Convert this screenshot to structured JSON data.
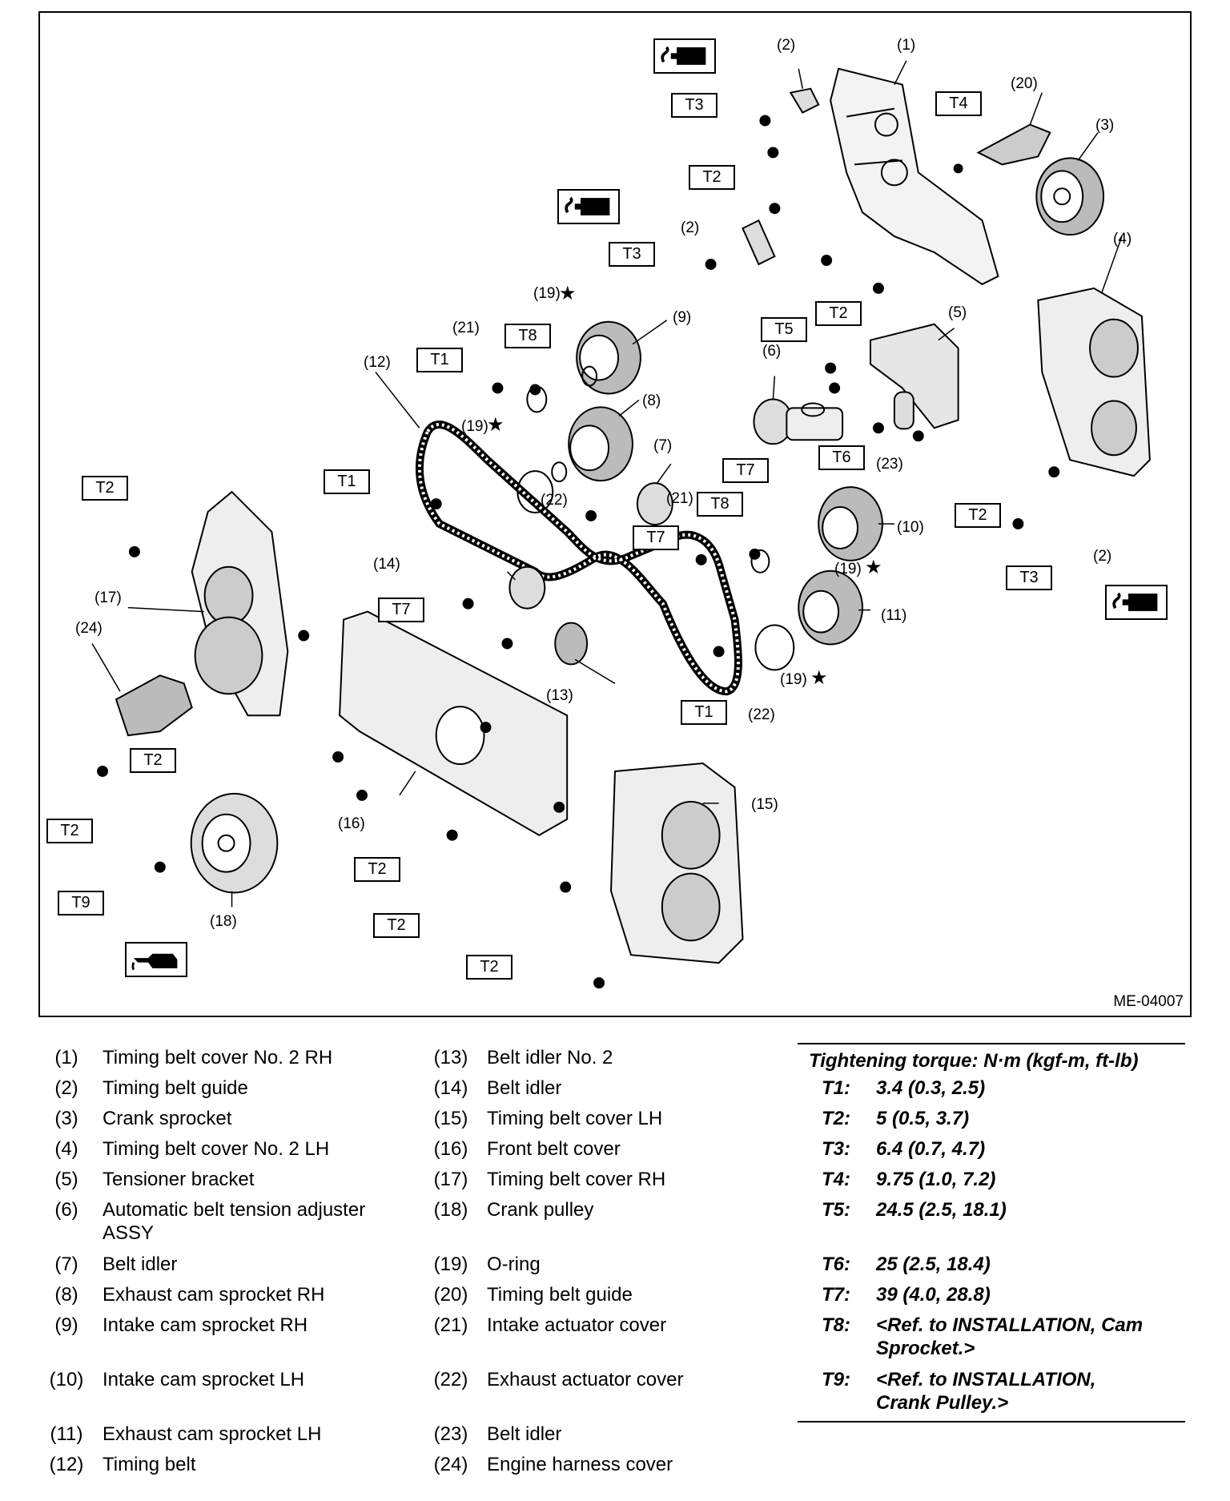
{
  "figure_id": "ME-04007",
  "callouts": {
    "c1": "(1)",
    "c2a": "(2)",
    "c2b": "(2)",
    "c2c": "(2)",
    "c3": "(3)",
    "c4": "(4)",
    "c5": "(5)",
    "c6": "(6)",
    "c7": "(7)",
    "c8": "(8)",
    "c9": "(9)",
    "c10": "(10)",
    "c11": "(11)",
    "c12": "(12)",
    "c13": "(13)",
    "c14": "(14)",
    "c15": "(15)",
    "c16": "(16)",
    "c17": "(17)",
    "c18": "(18)",
    "c19a": "(19)",
    "c19b": "(19)",
    "c19c": "(19)",
    "c19d": "(19)",
    "c20": "(20)",
    "c21a": "(21)",
    "c21b": "(21)",
    "c22a": "(22)",
    "c22b": "(22)",
    "c23": "(23)",
    "c24": "(24)",
    "star": "★"
  },
  "torque_boxes": {
    "t1": "T1",
    "t2": "T2",
    "t3": "T3",
    "t4": "T4",
    "t5": "T5",
    "t6": "T6",
    "t7": "T7",
    "t8": "T8",
    "t9": "T9"
  },
  "symbols": {
    "sealant": "sealant-icon",
    "oil": "oil-can-icon"
  },
  "legend": {
    "left": [
      {
        "num": "(1)",
        "text": "Timing belt cover No. 2 RH"
      },
      {
        "num": "(2)",
        "text": "Timing belt guide"
      },
      {
        "num": "(3)",
        "text": "Crank sprocket"
      },
      {
        "num": "(4)",
        "text": "Timing belt cover No. 2 LH"
      },
      {
        "num": "(5)",
        "text": "Tensioner bracket"
      },
      {
        "num": "(6)",
        "text": "Automatic belt tension adjuster ASSY"
      },
      {
        "num": "(7)",
        "text": "Belt idler"
      },
      {
        "num": "(8)",
        "text": "Exhaust cam sprocket RH"
      },
      {
        "num": "(9)",
        "text": "Intake cam sprocket RH"
      },
      {
        "num": "(10)",
        "text": "Intake cam sprocket LH"
      },
      {
        "num": "(11)",
        "text": "Exhaust cam sprocket LH"
      },
      {
        "num": "(12)",
        "text": "Timing belt"
      }
    ],
    "right": [
      {
        "num": "(13)",
        "text": "Belt idler No. 2"
      },
      {
        "num": "(14)",
        "text": "Belt idler"
      },
      {
        "num": "(15)",
        "text": "Timing belt cover LH"
      },
      {
        "num": "(16)",
        "text": "Front belt cover"
      },
      {
        "num": "(17)",
        "text": "Timing belt cover RH"
      },
      {
        "num": "(18)",
        "text": "Crank pulley"
      },
      {
        "num": "(19)",
        "text": "O-ring"
      },
      {
        "num": "(20)",
        "text": "Timing belt guide"
      },
      {
        "num": "(21)",
        "text": "Intake actuator cover"
      },
      {
        "num": "(22)",
        "text": "Exhaust actuator cover"
      },
      {
        "num": "(23)",
        "text": "Belt idler"
      },
      {
        "num": "(24)",
        "text": "Engine harness cover"
      }
    ]
  },
  "torque": {
    "heading": "Tightening torque: N·m (kgf-m, ft-lb)",
    "rows": [
      {
        "key": "T1:",
        "value": "3.4 (0.3, 2.5)"
      },
      {
        "key": "T2:",
        "value": "5 (0.5, 3.7)"
      },
      {
        "key": "T3:",
        "value": "6.4 (0.7, 4.7)"
      },
      {
        "key": "T4:",
        "value": "9.75 (1.0, 7.2)"
      },
      {
        "key": "T5:",
        "value": "24.5 (2.5, 18.1)"
      },
      {
        "key": "T6:",
        "value": "25 (2.5, 18.4)"
      },
      {
        "key": "T7:",
        "value": "39 (4.0, 28.8)"
      },
      {
        "key": "T8:",
        "value": "<Ref. to INSTALLATION, Cam Sprocket.>"
      },
      {
        "key": "T9:",
        "value": "<Ref. to INSTALLATION, Crank Pulley.>"
      }
    ]
  }
}
